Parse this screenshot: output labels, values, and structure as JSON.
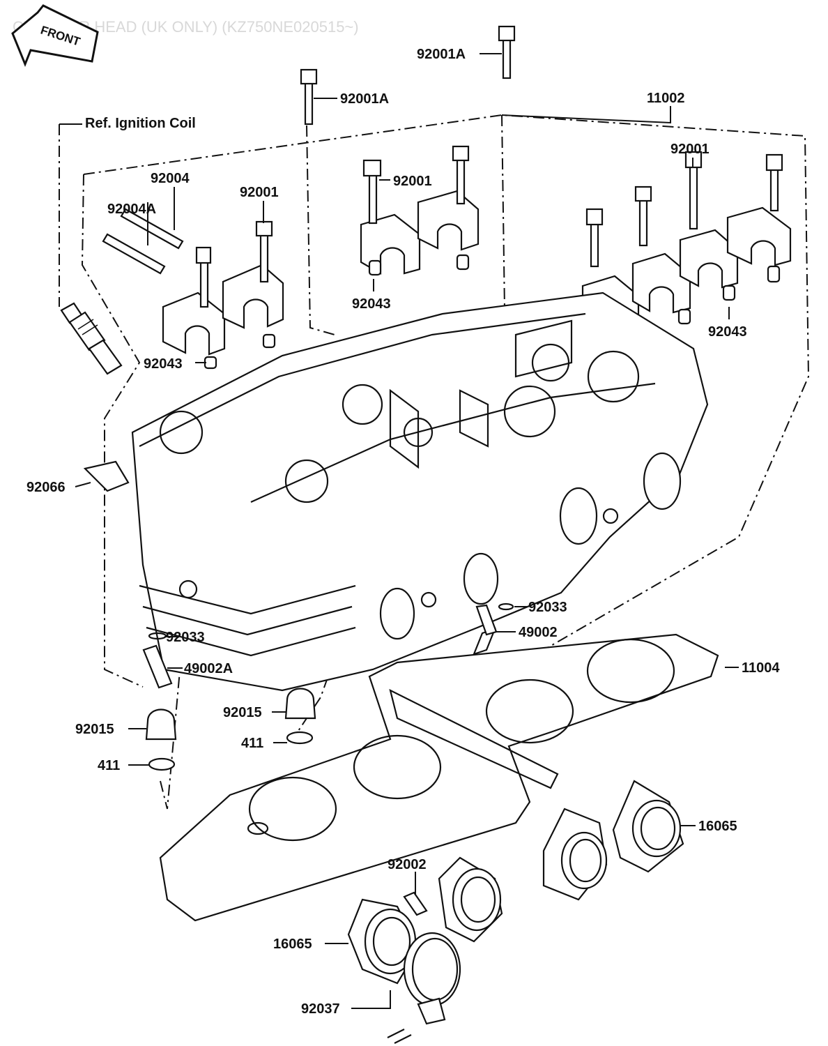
{
  "diagram": {
    "title": "CYLINDER HEAD (UK ONLY) (KZ750NE020515~)",
    "front_marker": "FRONT",
    "reference_note": "Ref. Ignition Coil",
    "colors": {
      "ink": "#111111",
      "paper": "#ffffff",
      "title_ghost": "#d8d8d8"
    },
    "callouts": [
      {
        "id": "c1",
        "text": "92001A"
      },
      {
        "id": "c2",
        "text": "92001A"
      },
      {
        "id": "c3",
        "text": "11002"
      },
      {
        "id": "c4",
        "text": "92001"
      },
      {
        "id": "c5",
        "text": "92004"
      },
      {
        "id": "c6",
        "text": "92001"
      },
      {
        "id": "c7",
        "text": "92001"
      },
      {
        "id": "c8",
        "text": "92004A"
      },
      {
        "id": "c9",
        "text": "92043"
      },
      {
        "id": "c10",
        "text": "92043"
      },
      {
        "id": "c11",
        "text": "92043"
      },
      {
        "id": "c12",
        "text": "92066"
      },
      {
        "id": "c13",
        "text": "92033"
      },
      {
        "id": "c14",
        "text": "49002"
      },
      {
        "id": "c15",
        "text": "11004"
      },
      {
        "id": "c16",
        "text": "92033"
      },
      {
        "id": "c17",
        "text": "49002A"
      },
      {
        "id": "c18",
        "text": "92015"
      },
      {
        "id": "c19",
        "text": "92015"
      },
      {
        "id": "c20",
        "text": "411"
      },
      {
        "id": "c21",
        "text": "411"
      },
      {
        "id": "c22",
        "text": "16065"
      },
      {
        "id": "c23",
        "text": "92002"
      },
      {
        "id": "c24",
        "text": "16065"
      },
      {
        "id": "c25",
        "text": "92037"
      }
    ]
  }
}
